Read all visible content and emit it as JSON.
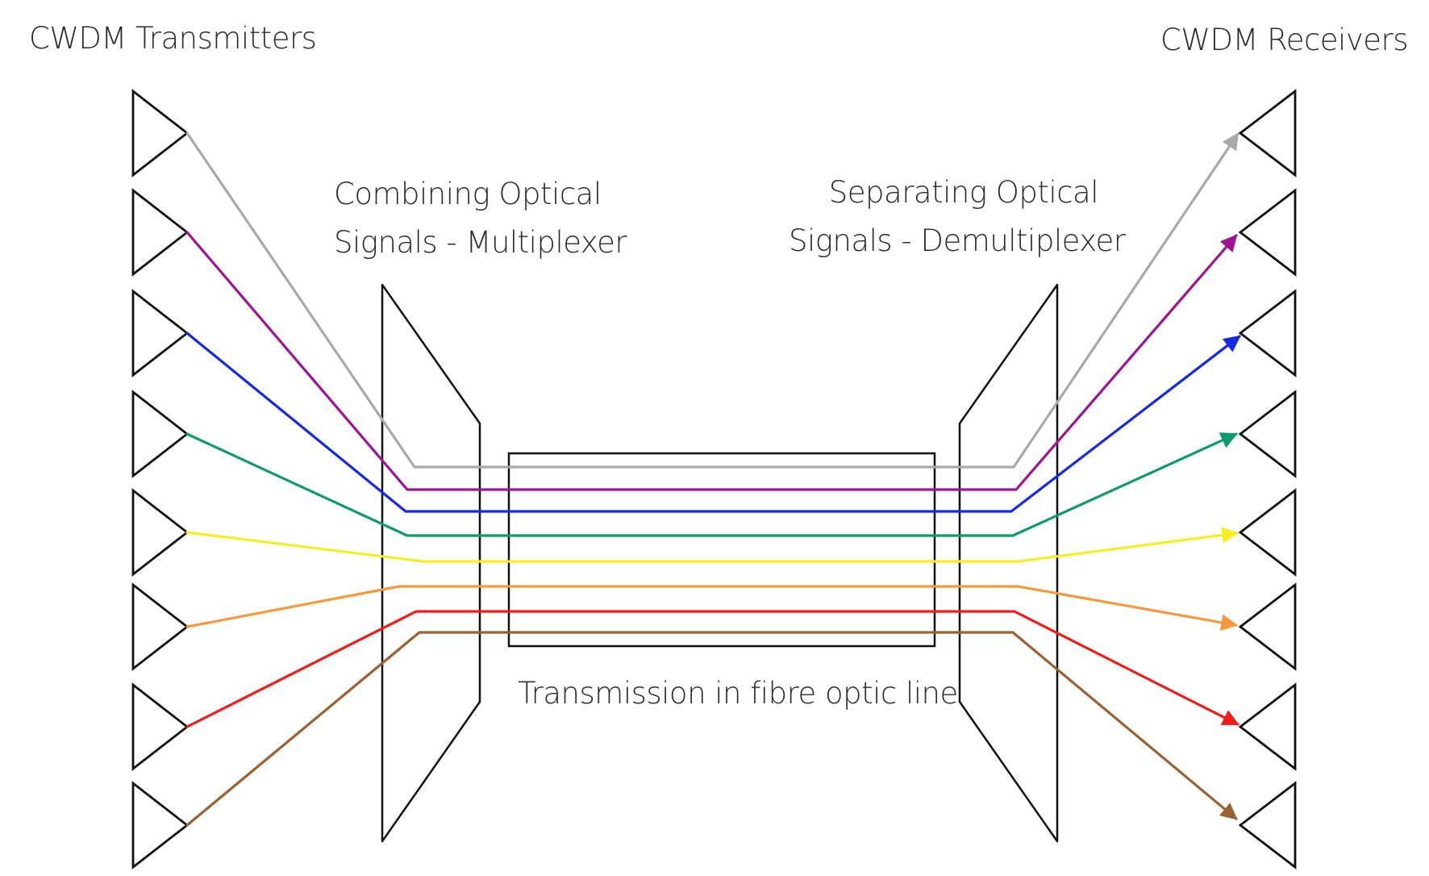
{
  "labels": {
    "transmitters": "CWDM Transmitters",
    "receivers": "CWDM Receivers",
    "multiplexer_line1": "Combining Optical",
    "multiplexer_line2": "Signals - Multiplexer",
    "demultiplexer_line1": "Separating Optical",
    "demultiplexer_line2": "Signals - Demultiplexer",
    "fibre": "Transmission in fibre optic line"
  },
  "channels": [
    {
      "color": "#a9a9a9"
    },
    {
      "color": "#9b1592"
    },
    {
      "color": "#1428e6"
    },
    {
      "color": "#0e9a6a"
    },
    {
      "color": "#f6ee22"
    },
    {
      "color": "#f49a3c"
    },
    {
      "color": "#ef1c1c"
    },
    {
      "color": "#9a6233"
    }
  ],
  "colors": {
    "outline": "#111111",
    "text": "#2b2b2b",
    "background": "#ffffff"
  }
}
